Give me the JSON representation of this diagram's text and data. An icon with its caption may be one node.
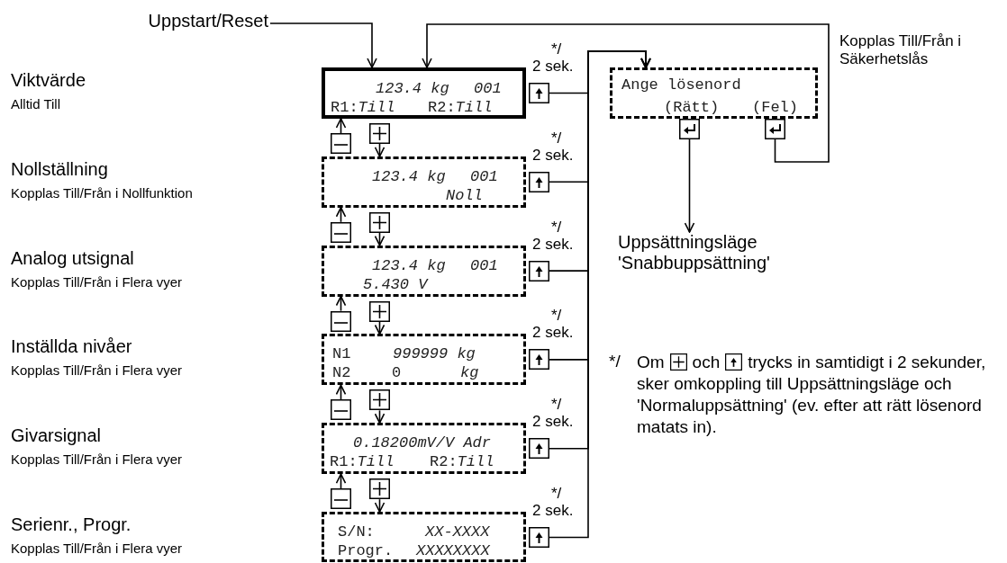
{
  "diagram": {
    "nodes": [
      {
        "text": [
          "Uppstart/Reset"
        ]
      },
      {
        "text": [
          "123.4 kg",
          "001",
          "R1:*Till*",
          "R2:*Till*"
        ],
        "beside": [
          "Viktvärde",
          "Alltid Till",
          "*/",
          "2 sek."
        ]
      },
      {
        "text": [
          "123.4 kg",
          "001",
          "Noll"
        ],
        "beside": [
          "Nollställning",
          "Kopplas Till/Från i Nollfunktion",
          "*/",
          "2 sek."
        ]
      },
      {
        "text": [
          "123.4 kg",
          "001",
          "5.430 V"
        ],
        "beside": [
          "Analog utsignal",
          "Kopplas Till/Från i Flera vyer",
          "*/",
          "2 sek."
        ]
      },
      {
        "text": [
          "N1",
          "999999 kg",
          "N2",
          "0",
          "kg"
        ],
        "beside": [
          "Inställda nivåer",
          "Kopplas Till/Från i Flera vyer",
          "*/",
          "2 sek."
        ]
      },
      {
        "text": [
          "0.18200mV/V Adr",
          "R1:*Till*",
          "R2:*Till*"
        ],
        "beside": [
          "Givarsignal",
          "Kopplas Till/Från i Flera vyer",
          "*/",
          "2 sek."
        ]
      },
      {
        "text": [
          "S/N:",
          "XX-XXXX",
          "Progr.",
          "XXXXXXXX"
        ],
        "beside": [
          "Serienr., Progr.",
          "Kopplas Till/Från i Flera vyer",
          "*/",
          "2 sek."
        ]
      },
      {
        "text": [
          "Ange lösenord",
          "(Rätt)",
          "(Fel)"
        ],
        "beside": [
          "Kopplas Till/Från i Säkerhetslås"
        ]
      },
      {
        "text": [
          "Uppsättningsläge 'Snabbuppsättning'"
        ]
      },
      {
        "text": [],
        "shape": "box"
      },
      {
        "text": [],
        "shape": "box"
      },
      {
        "text": [],
        "shape": "box"
      },
      {
        "text": [],
        "shape": "box"
      },
      {
        "text": [],
        "shape": "box"
      },
      {
        "text": [],
        "shape": "box"
      },
      {
        "text": [],
        "shape": "box"
      },
      {
        "text": [],
        "shape": "box"
      },
      {
        "text": [],
        "shape": "box"
      },
      {
        "text": [],
        "shape": "box"
      },
      {
        "text": [],
        "shape": "box"
      },
      {
        "text": [],
        "shape": "box"
      },
      {
        "text": [],
        "shape": "box"
      },
      {
        "text": [],
        "shape": "box"
      },
      {
        "text": [],
        "shape": "box"
      },
      {
        "text": [],
        "shape": "box"
      },
      {
        "text": [],
        "shape": "box"
      },
      {
        "text": [],
        "shape": "box"
      }
    ],
    "edges": [
      {
        "from": 0,
        "to": 1,
        "arrow": "to"
      },
      {
        "from": 15,
        "to": 1,
        "arrow": "to"
      },
      {
        "from": 20,
        "to": 2,
        "arrow": "to"
      },
      {
        "from": 16,
        "to": 2,
        "arrow": "to"
      },
      {
        "from": 21,
        "to": 3,
        "arrow": "to"
      },
      {
        "from": 17,
        "to": 3,
        "arrow": "to"
      },
      {
        "from": 22,
        "to": 4,
        "arrow": "to"
      },
      {
        "from": 18,
        "to": 4,
        "arrow": "to"
      },
      {
        "from": 23,
        "to": 5,
        "arrow": "to"
      },
      {
        "from": 19,
        "to": 5,
        "arrow": "to"
      },
      {
        "from": 24,
        "to": 6,
        "arrow": "to"
      },
      {
        "from": 9,
        "to": 7,
        "arrow": "to"
      },
      {
        "from": 10,
        "to": 7,
        "arrow": "to"
      },
      {
        "from": 11,
        "to": 7,
        "arrow": "to"
      },
      {
        "from": 12,
        "to": 7,
        "arrow": "to"
      },
      {
        "from": 13,
        "to": 7,
        "arrow": "to"
      },
      {
        "from": 14,
        "to": 7,
        "arrow": "to"
      },
      {
        "from": 25,
        "to": 8,
        "arrow": "to"
      },
      {
        "from": 26,
        "to": 1,
        "arrow": "to"
      }
    ],
    "labels": [
      "*/",
      "Om",
      "och",
      "trycks in samtidigt i 2 sekunder, sker omkoppling till Uppsättningsläge och 'Normaluppsättning' (ev. efter att rätt lösenord matats in)."
    ]
  }
}
